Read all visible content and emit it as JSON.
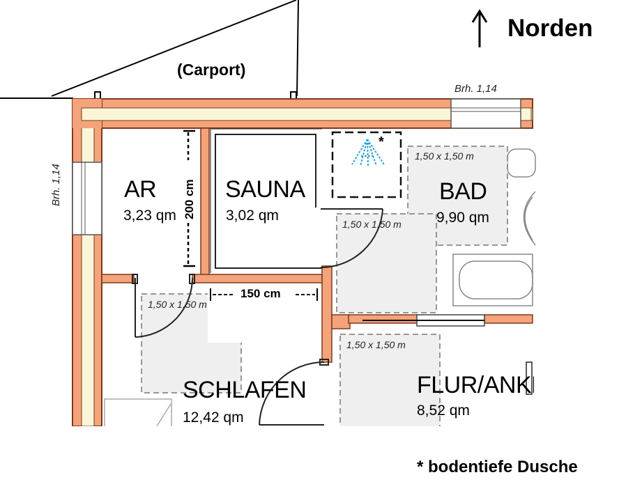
{
  "header": {
    "north_label": "Norden",
    "carport_label": "(Carport)"
  },
  "rooms": {
    "ar": {
      "name": "AR",
      "area": "3,23 qm"
    },
    "sauna": {
      "name": "SAUNA",
      "area": "3,02 qm"
    },
    "bad": {
      "name": "BAD",
      "area": "9,90 qm"
    },
    "schlafen": {
      "name": "SCHLAFEN",
      "area": "12,42 qm"
    },
    "flur": {
      "name": "FLUR/ANKL",
      "area": "8,52 qm"
    }
  },
  "dimensions": {
    "vertical_sauna": "200 cm",
    "horizontal_sauna": "150 cm",
    "turning_space": "1,50 x 1,50 m"
  },
  "windows": {
    "top": "Brh. 1,14",
    "left": "Brh. 1,14"
  },
  "shower_marker": "*",
  "footnote": "* bodentiefe Dusche",
  "colors": {
    "wall_fill": "#f4a37a",
    "wall_outline": "#7a3a1e",
    "turning_area": "#f0f0f0",
    "shower_symbol": "#2aa3d6"
  }
}
